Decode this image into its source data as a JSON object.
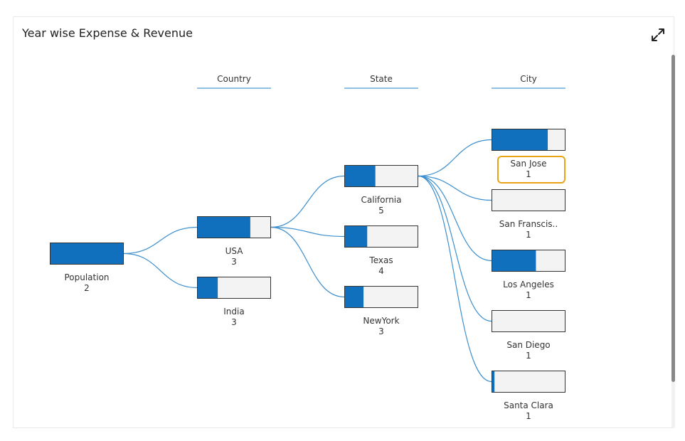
{
  "window": {
    "title": "Year wise Expense & Revenue"
  },
  "icons": {
    "expand": "expand-icon"
  },
  "colors": {
    "fill": "#1170bd",
    "empty": "#f3f3f3",
    "link": "#3d8fce",
    "highlight": "#e8a317",
    "header_line": "#4a9ad4"
  },
  "chart_data": {
    "type": "decomposition-tree",
    "title": "Year wise Expense & Revenue",
    "level_headers": [
      "Country",
      "State",
      "City"
    ],
    "nodes": [
      {
        "id": "root",
        "label": "Population",
        "value": "2",
        "fill_fraction": 1.0,
        "parent": null
      },
      {
        "id": "usa",
        "label": "USA",
        "value": "3",
        "fill_fraction": 0.72,
        "parent": "root"
      },
      {
        "id": "india",
        "label": "India",
        "value": "3",
        "fill_fraction": 0.28,
        "parent": "root"
      },
      {
        "id": "california",
        "label": "California",
        "value": "5",
        "fill_fraction": 0.42,
        "parent": "usa"
      },
      {
        "id": "texas",
        "label": "Texas",
        "value": "4",
        "fill_fraction": 0.31,
        "parent": "usa"
      },
      {
        "id": "newyork",
        "label": "NewYork",
        "value": "3",
        "fill_fraction": 0.26,
        "parent": "usa"
      },
      {
        "id": "sanjose",
        "label": "San Jose",
        "value": "1",
        "fill_fraction": 0.76,
        "parent": "california",
        "selected": true
      },
      {
        "id": "sanfrancisco",
        "label": "San Franscis..",
        "value": "1",
        "fill_fraction": 0.0,
        "parent": "california"
      },
      {
        "id": "losangeles",
        "label": "Los Angeles",
        "value": "1",
        "fill_fraction": 0.6,
        "parent": "california"
      },
      {
        "id": "sandiego",
        "label": "San Diego",
        "value": "1",
        "fill_fraction": 0.0,
        "parent": "california"
      },
      {
        "id": "santaclara",
        "label": "Santa Clara",
        "value": "1",
        "fill_fraction": 0.04,
        "parent": "california"
      }
    ]
  }
}
